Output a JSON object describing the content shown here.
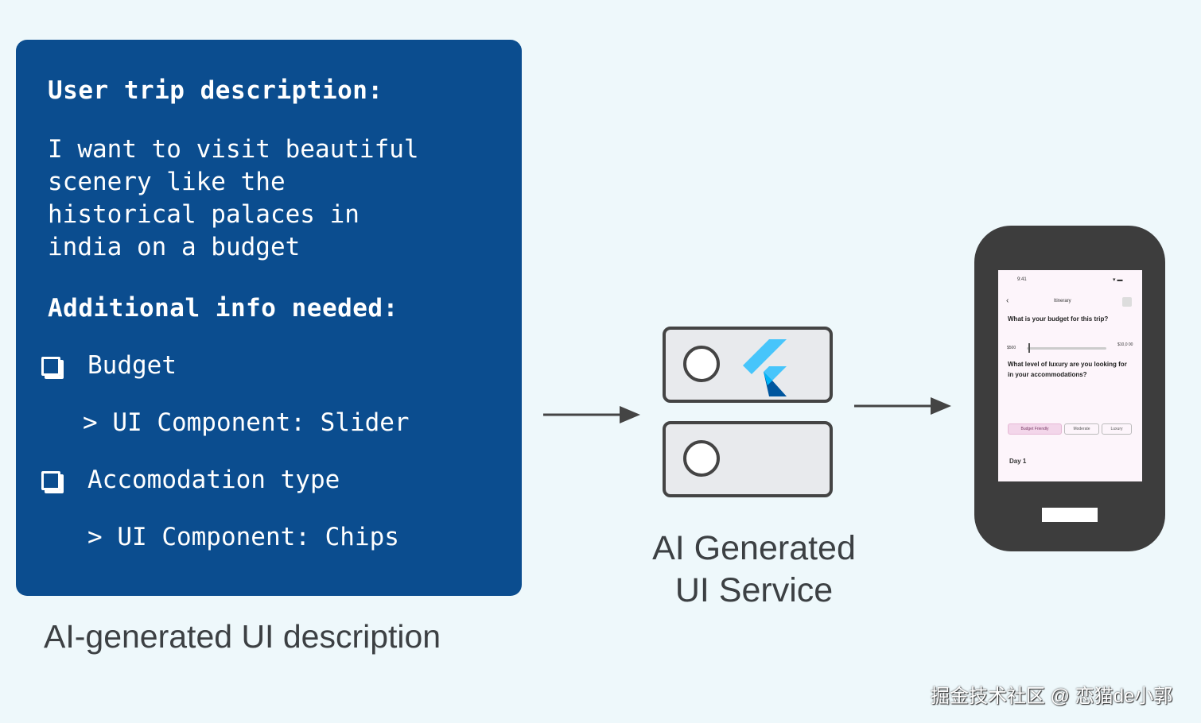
{
  "description_panel": {
    "heading_trip": "User trip description:",
    "trip_text": "I want to visit beautiful\nscenery like the\nhistorical palaces in\nindia on a budget",
    "heading_additional": "Additional info needed:",
    "items": [
      {
        "label": "Budget",
        "component": "> UI Component: Slider"
      },
      {
        "label": "Accomodation type",
        "component": "> UI Component: Chips"
      }
    ],
    "caption": "AI-generated UI description"
  },
  "service": {
    "caption_line1": "AI Generated",
    "caption_line2": "UI Service",
    "icon": "flutter-logo"
  },
  "phone": {
    "status_time": "9:41",
    "title": "Itinerary",
    "question1": "What is your budget for this trip?",
    "slider_min": "$500",
    "slider_max": "$10,0 00",
    "slider_value_fraction": 0.02,
    "question2": "What level of luxury are you looking for in your accommodations?",
    "chips": [
      "Budget Friendly",
      "Moderate",
      "Luxury"
    ],
    "selected_chip": "Budget Friendly",
    "day_label": "Day 1"
  },
  "watermark": "掘金技术社区 @ 恋猫de小郭",
  "colors": {
    "panel_bg": "#0b4d8f",
    "page_bg": "#eef8fb",
    "phone_body": "#3d3d3d",
    "caption_text": "#3c4043"
  }
}
